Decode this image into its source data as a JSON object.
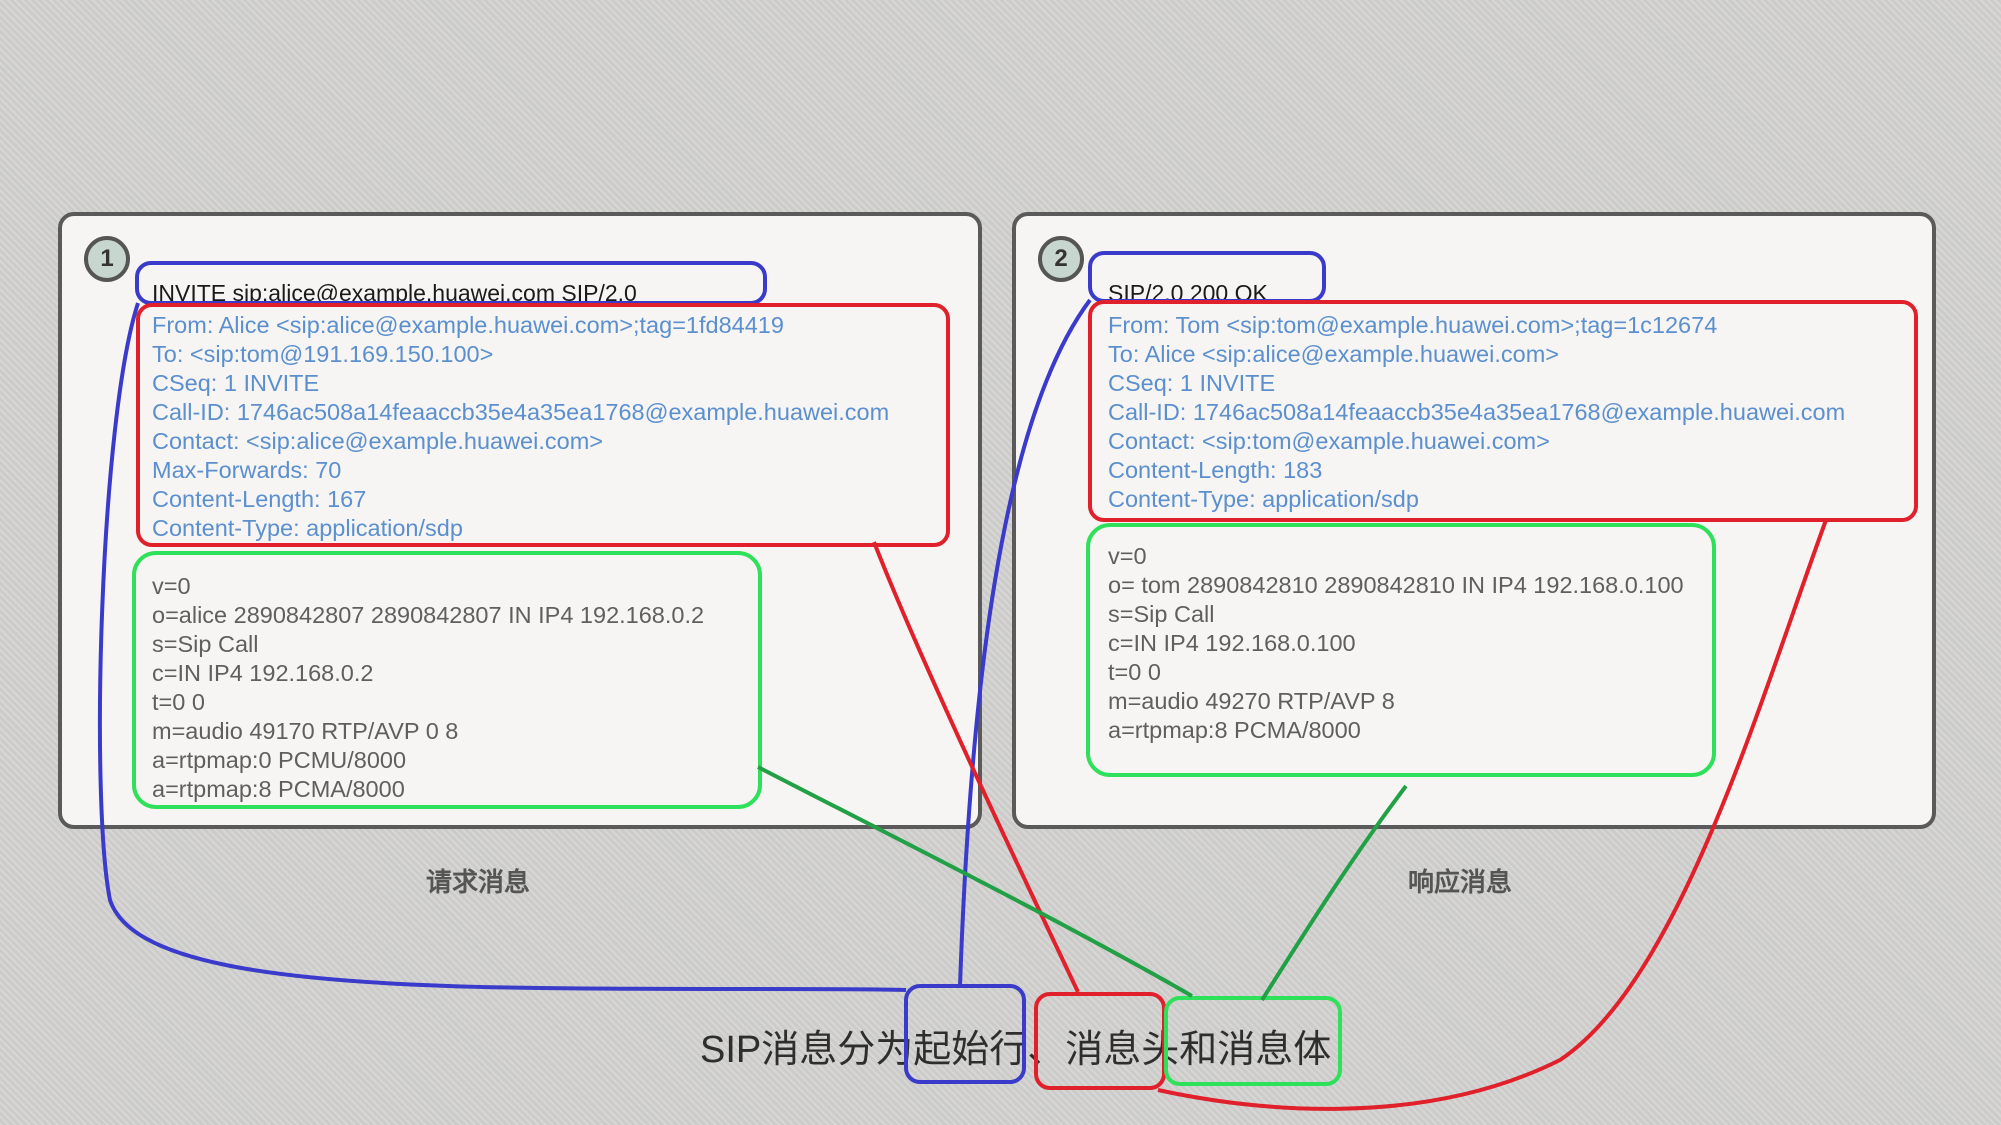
{
  "request": {
    "badge": "1",
    "start_line": "INVITE sip:alice@example.huawei.com SIP/2.0",
    "headers": [
      "From: Alice <sip:alice@example.huawei.com>;tag=1fd84419",
      "To: <sip:tom@191.169.150.100>",
      "CSeq: 1 INVITE",
      "Call-ID: 1746ac508a14feaaccb35e4a35ea1768@example.huawei.com",
      "Contact: <sip:alice@example.huawei.com>",
      "Max-Forwards: 70",
      "Content-Length: 167",
      "Content-Type: application/sdp"
    ],
    "body": [
      "v=0",
      "o=alice 2890842807 2890842807 IN IP4 192.168.0.2",
      "s=Sip Call",
      "c=IN IP4 192.168.0.2",
      "t=0 0",
      "m=audio 49170 RTP/AVP 0 8",
      "a=rtpmap:0 PCMU/8000",
      "a=rtpmap:8 PCMA/8000"
    ],
    "caption": "请求消息"
  },
  "response": {
    "badge": "2",
    "start_line": "SIP/2.0 200 OK",
    "headers": [
      "From: Tom <sip:tom@example.huawei.com>;tag=1c12674",
      "To: Alice <sip:alice@example.huawei.com>",
      "CSeq: 1 INVITE",
      "Call-ID: 1746ac508a14feaaccb35e4a35ea1768@example.huawei.com",
      "Contact: <sip:tom@example.huawei.com>",
      "Content-Length: 183",
      "Content-Type: application/sdp"
    ],
    "body": [
      "v=0",
      "o= tom 2890842810 2890842810 IN IP4 192.168.0.100",
      "s=Sip Call",
      "c=IN IP4 192.168.0.100",
      "t=0 0",
      "m=audio 49270 RTP/AVP 8",
      "a=rtpmap:8 PCMA/8000"
    ],
    "caption": "响应消息"
  },
  "summary": "SIP消息分为起始行、消息头和消息体",
  "colors": {
    "start_line": "#3a3acb",
    "header": "#e0202a",
    "body": "#2ee05a",
    "body_connector": "#22a046"
  }
}
